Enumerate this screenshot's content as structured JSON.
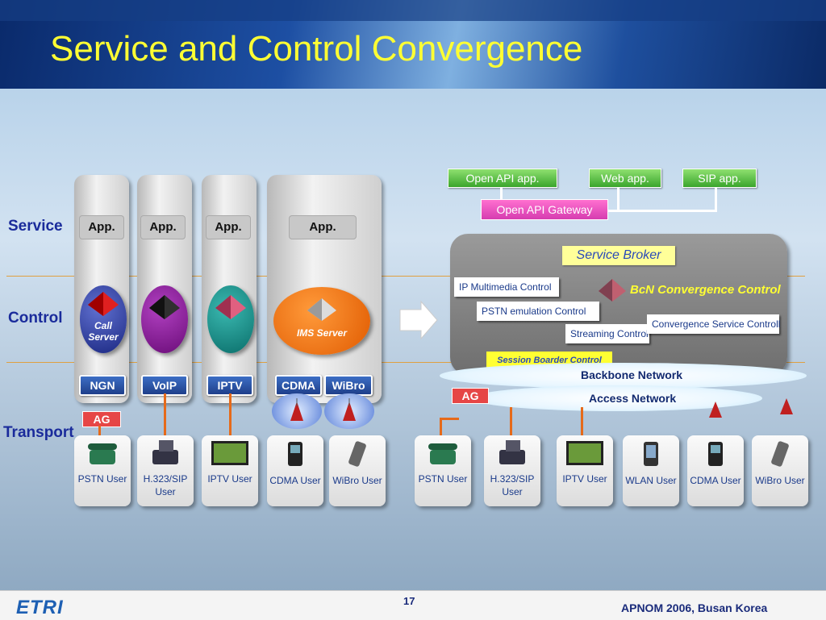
{
  "slide": {
    "title": "Service and Control Convergence",
    "page_number": "17",
    "logo": "ETRI",
    "footer_text": "APNOM 2006, Busan Korea"
  },
  "rows": {
    "service": "Service",
    "control": "Control",
    "transport": "Transport"
  },
  "columns": [
    {
      "app": "App.",
      "server_label": "Call Server",
      "network": "NGN"
    },
    {
      "app": "App.",
      "network": "VoIP"
    },
    {
      "app": "App.",
      "network": "IPTV"
    },
    {
      "app": "App.",
      "server_label": "IMS Server",
      "networks": [
        "CDMA",
        "WiBro"
      ]
    }
  ],
  "left_ag": "AG",
  "left_devices": [
    {
      "label": "PSTN User",
      "icon": "phone-icon"
    },
    {
      "label": "H.323/SIP User",
      "icon": "video-phone-icon"
    },
    {
      "label": "IPTV User",
      "icon": "tv-icon"
    },
    {
      "label": "CDMA User",
      "icon": "mobile-phone-icon"
    },
    {
      "label": "WiBro User",
      "icon": "handheld-icon"
    }
  ],
  "right": {
    "apps": [
      "Open API app.",
      "Web app.",
      "SIP app."
    ],
    "gateway": "Open API Gateway",
    "service_broker": "Service Broker",
    "convergence_title": "BcN Convergence Control",
    "controls": {
      "ip_multimedia": "IP Multimedia Control",
      "pstn_emulation": "PSTN emulation Control",
      "streaming": "Streaming Control",
      "convergence_service": "Convergence Service Controll",
      "session_border": "Session Boarder Control"
    },
    "backbone": "Backbone Network",
    "access": "Access Network",
    "ag": "AG"
  },
  "right_devices": [
    {
      "label": "PSTN User",
      "icon": "phone-icon"
    },
    {
      "label": "H.323/SIP User",
      "icon": "video-phone-icon"
    },
    {
      "label": "IPTV User",
      "icon": "tv-icon"
    },
    {
      "label": "WLAN User",
      "icon": "pda-icon"
    },
    {
      "label": "CDMA User",
      "icon": "mobile-phone-icon"
    },
    {
      "label": "WiBro User",
      "icon": "handheld-icon"
    }
  ],
  "colors": {
    "title": "#ffff33",
    "row_label": "#1a2b9b",
    "link": "#e66a1a",
    "ag": "#e64646"
  }
}
